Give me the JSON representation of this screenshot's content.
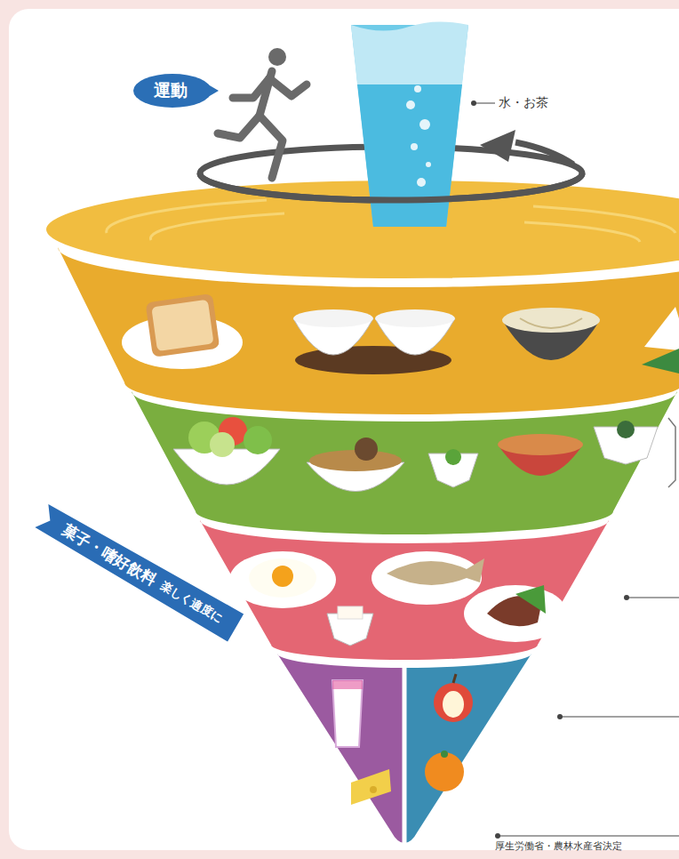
{
  "diagram": {
    "nodes": [
      {
        "text": [
          "運動"
        ]
      },
      {
        "text": [
          "菓子・嗜好飲料",
          "楽しく適度に"
        ]
      }
    ],
    "labels": [
      "水・お茶",
      "厚生労働省・農林水産省決定"
    ]
  }
}
